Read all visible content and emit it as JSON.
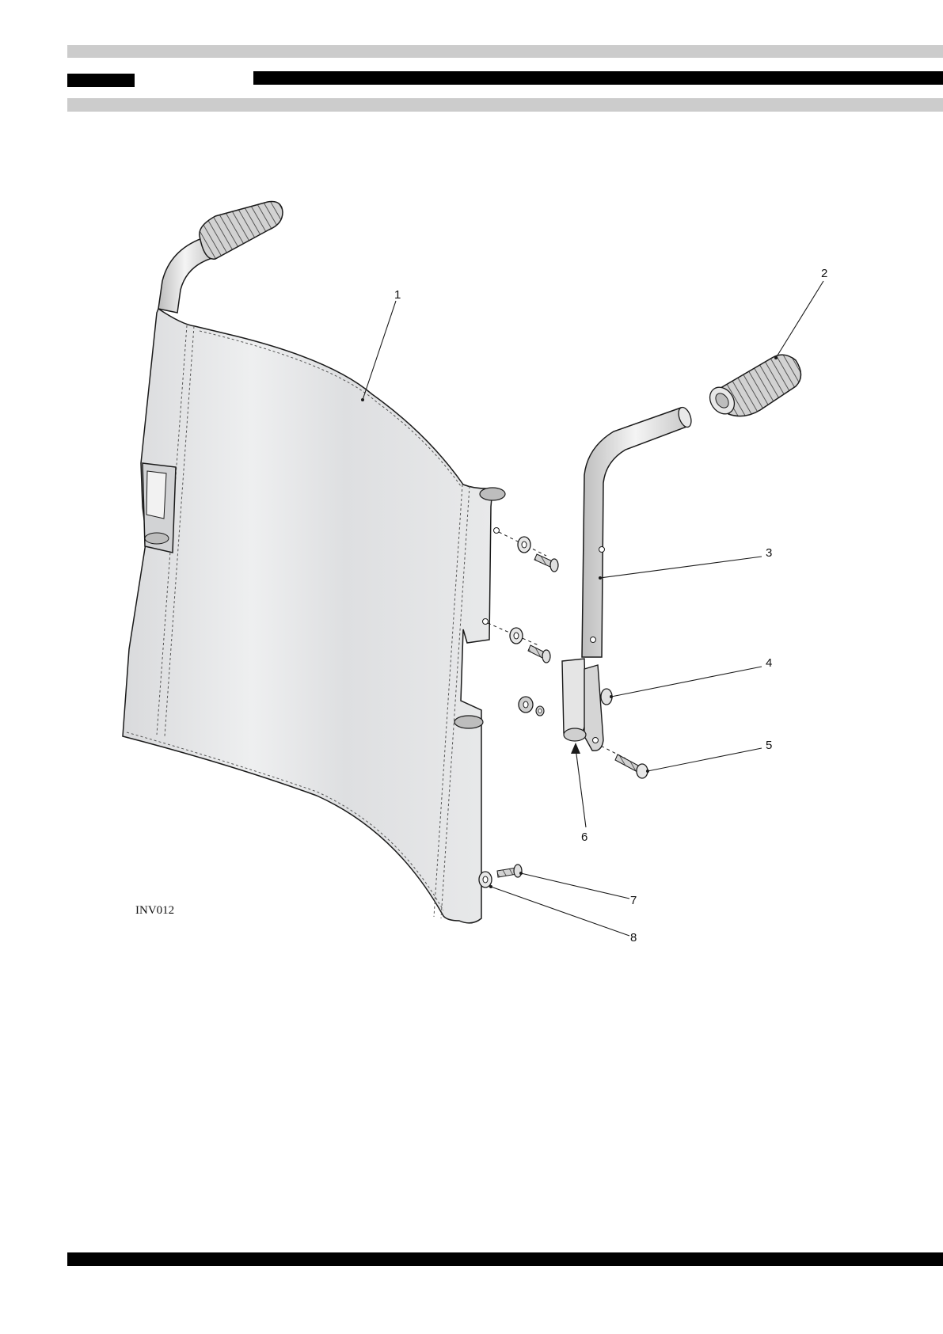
{
  "figure": {
    "id_label": "INV012",
    "callouts": [
      "1",
      "2",
      "3",
      "4",
      "5",
      "6",
      "7",
      "8"
    ]
  },
  "colors": {
    "header_gray": "#cccccc",
    "header_black": "#000000",
    "fabric": "#e3e4e6",
    "grip": "#c9c9c9",
    "line": "#1a1a1a"
  }
}
